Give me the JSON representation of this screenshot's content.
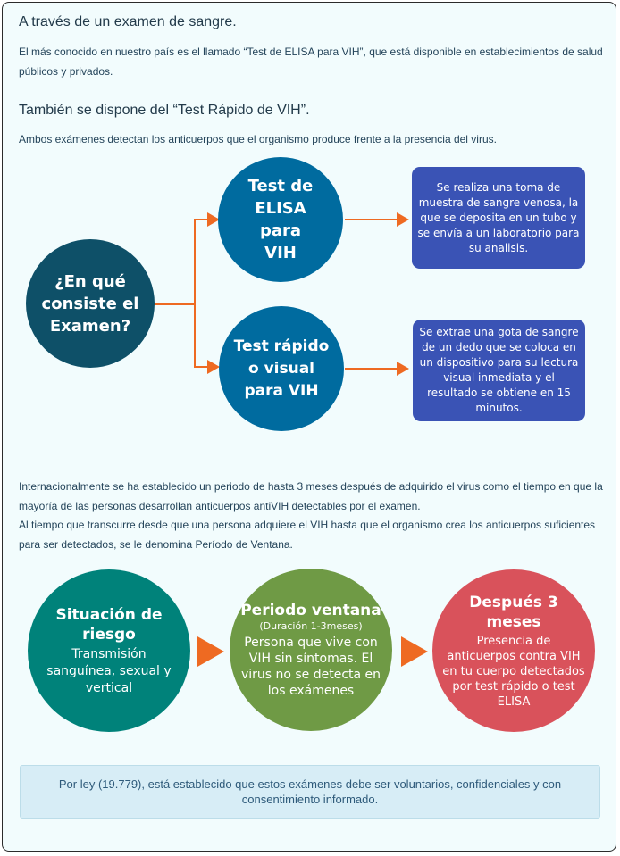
{
  "section1": {
    "heading": "A través de un examen de sangre.",
    "text": "El más conocido en nuestro país es el llamado  “Test de ELISA para VIH”, que está disponible en establecimientos de salud públicos y privados."
  },
  "section2": {
    "heading": "También se dispone del “Test Rápido de VIH”.",
    "text": "Ambos exámenes detectan los anticuerpos que el organismo produce frente a la presencia del virus."
  },
  "diagram1": {
    "center_label": "¿En qué consiste el Examen?",
    "elisa_label": "Test de ELISA para VIH",
    "rapid_label": "Test rápido o visual para VIH",
    "elisa_desc": "Se realiza una toma de muestra de sangre venosa, la que se  deposita en un tubo y se envía a un laboratorio para su analisis.",
    "rapid_desc": "Se extrae una gota de sangre de un dedo que se coloca en un dispositivo para su lectura visual inmediata y el resultado se obtiene en 15 minutos.",
    "colors": {
      "center": "#0e5068",
      "test": "#006b9f",
      "box": "#3a53b5",
      "arrow": "#ee6a22"
    }
  },
  "section3": {
    "text1": "Internacionalmente se ha establecido un periodo de hasta 3 meses después de adquirido el virus como el tiempo en que la mayoría de las personas desarrollan anticuerpos antiVIH detectables por el examen.",
    "text2": "Al tiempo que transcurre desde que una persona adquiere el VIH hasta que el organismo crea los anticuerpos suficientes para ser detectados, se le denomina Período de Ventana."
  },
  "diagram2": {
    "risk_title": "Situación de riesgo",
    "risk_text": "Transmisión sanguínea, sexual y vertical",
    "window_title": "Periodo ventana",
    "window_sub": "(Duración 1-3meses)",
    "window_text": "Persona que vive con VIH sin síntomas. El virus no se detecta en los exámenes",
    "after_title": "Después 3 meses",
    "after_text": "Presencia de anticuerpos contra VIH en tu cuerpo detectados por test rápido o test ELISA",
    "colors": {
      "risk": "#00827a",
      "window": "#6f9a45",
      "after": "#d9525b"
    }
  },
  "law_note": "Por ley (19.779), está establecido que estos exámenes debe ser voluntarios, confidenciales y con consentimiento informado."
}
